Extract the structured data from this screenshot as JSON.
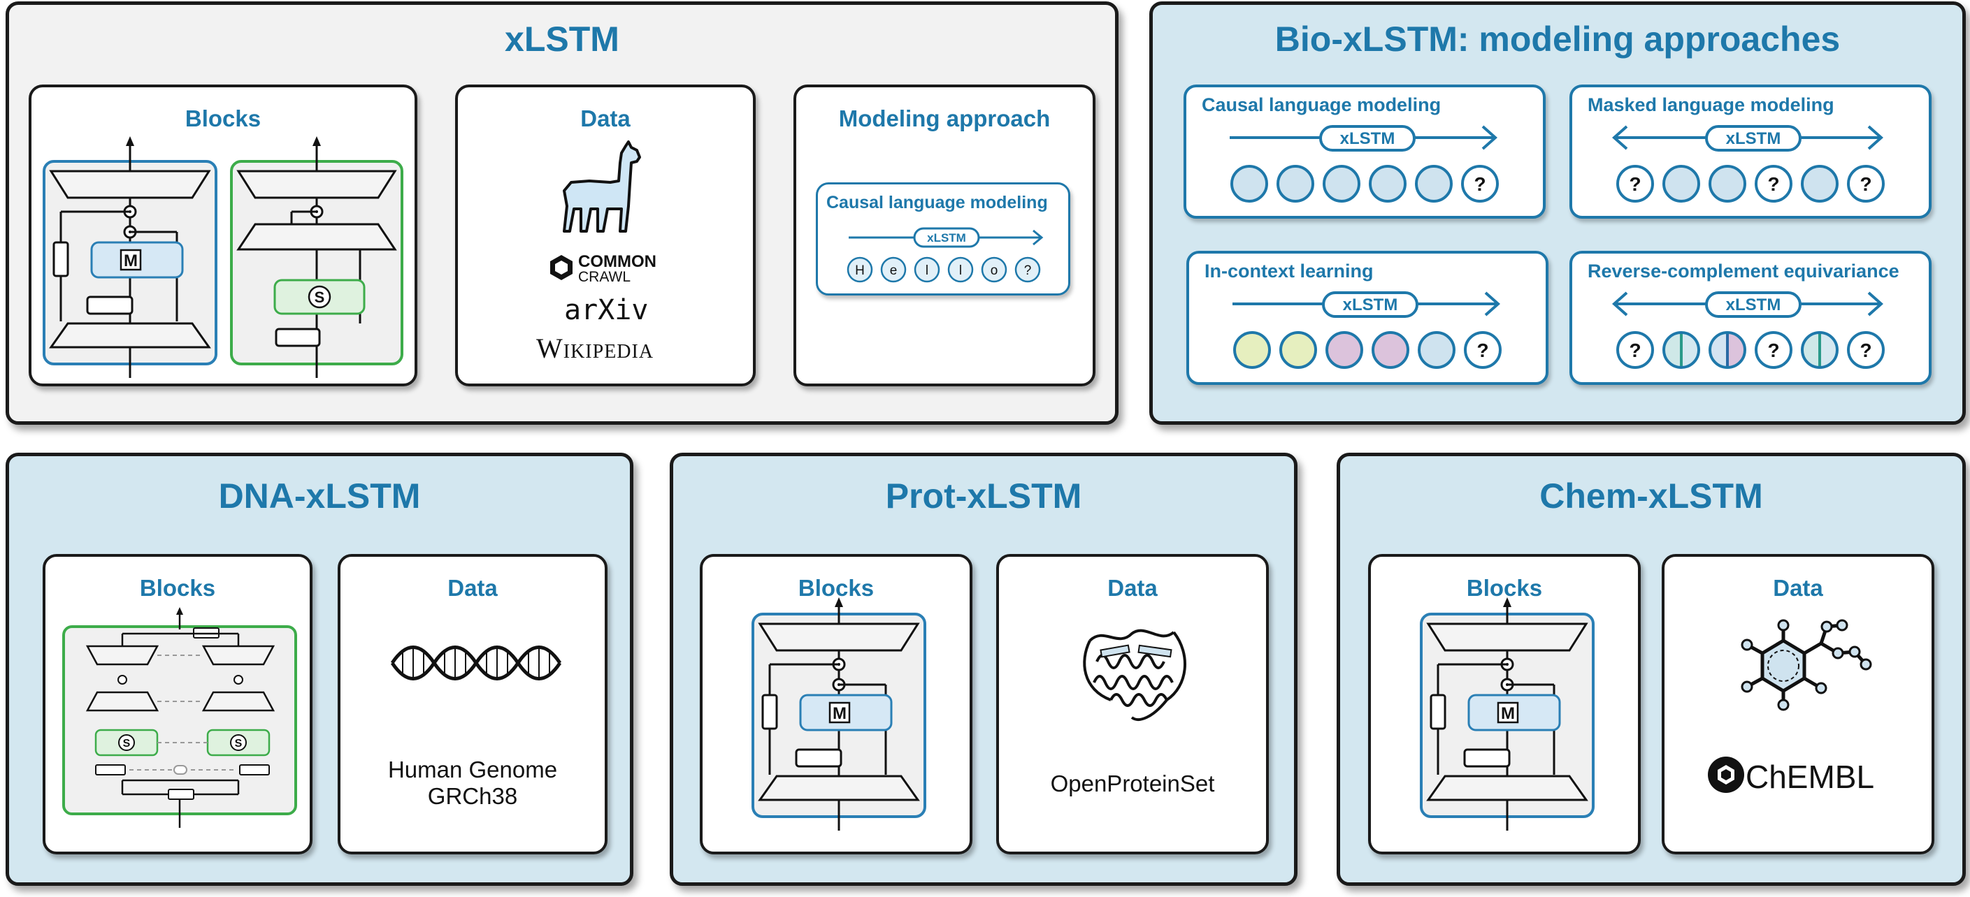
{
  "xlstm_panel": {
    "title": "xLSTM",
    "blocks_title": "Blocks",
    "data_title": "Data",
    "modeling_title": "Modeling approach",
    "data_logos": {
      "common_top": "COMMON",
      "common_bottom": "CRAWL",
      "arxiv": "arXiv",
      "wikipedia": "Wikipedia"
    },
    "modeling_example": {
      "label": "Causal language modeling",
      "model": "xLSTM",
      "tokens": [
        "H",
        "e",
        "l",
        "l",
        "o",
        "?"
      ]
    },
    "block_symbols": {
      "m": "M",
      "s": "S"
    }
  },
  "bio_panel": {
    "title": "Bio-xLSTM: modeling approaches",
    "approaches": [
      {
        "label": "Causal language modeling",
        "model": "xLSTM",
        "direction": "right"
      },
      {
        "label": "Masked language modeling",
        "model": "xLSTM",
        "direction": "both"
      },
      {
        "label": "In-context learning",
        "model": "xLSTM",
        "direction": "right"
      },
      {
        "label": "Reverse-complement equivariance",
        "model": "xLSTM",
        "direction": "both"
      }
    ],
    "query_symbol": "?"
  },
  "dna_panel": {
    "title": "DNA-xLSTM",
    "blocks_title": "Blocks",
    "data_title": "Data",
    "data_line1": "Human Genome",
    "data_line2": "GRCh38"
  },
  "prot_panel": {
    "title": "Prot-xLSTM",
    "blocks_title": "Blocks",
    "data_title": "Data",
    "data_text": "OpenProteinSet"
  },
  "chem_panel": {
    "title": "Chem-xLSTM",
    "blocks_title": "Blocks",
    "data_title": "Data",
    "data_logo": "ChEMBL"
  },
  "colors": {
    "accent": "#1e78aa",
    "panel_blue": "#d3e7f0",
    "panel_gray": "#f2f2f2",
    "token_blue": "#cfe3ef",
    "token_yellow": "#e6efbf",
    "token_pink": "#dcc3dc",
    "block_green": "#3dac4a",
    "block_blue": "#2a7fb5"
  }
}
